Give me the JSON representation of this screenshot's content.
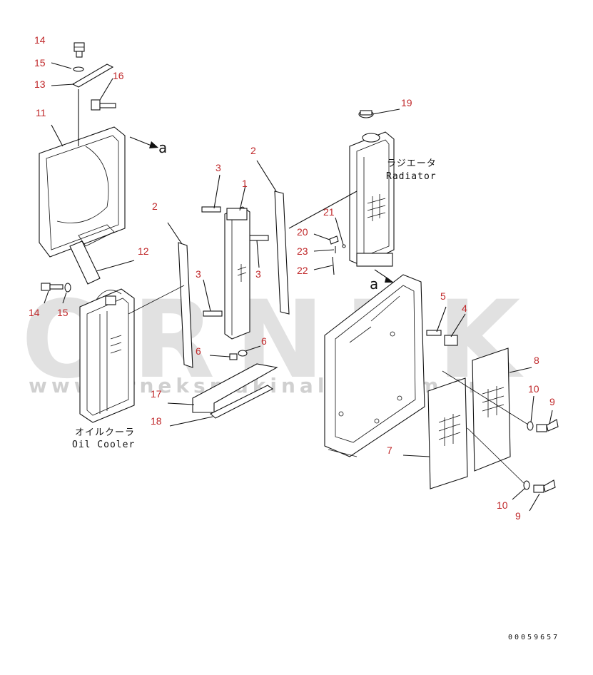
{
  "watermark": {
    "brand": "ORNEK",
    "url": "www.orneksmakinalari.com.tr"
  },
  "callouts": [
    {
      "id": "c14a",
      "text": "14"
    },
    {
      "id": "c15a",
      "text": "15"
    },
    {
      "id": "c13",
      "text": "13"
    },
    {
      "id": "c16",
      "text": "16"
    },
    {
      "id": "c11",
      "text": "11"
    },
    {
      "id": "c12",
      "text": "12"
    },
    {
      "id": "c14b",
      "text": "14"
    },
    {
      "id": "c15b",
      "text": "15"
    },
    {
      "id": "c3a",
      "text": "3"
    },
    {
      "id": "c1",
      "text": "1"
    },
    {
      "id": "c2a",
      "text": "2"
    },
    {
      "id": "c2b",
      "text": "2"
    },
    {
      "id": "c3b",
      "text": "3"
    },
    {
      "id": "c3c",
      "text": "3"
    },
    {
      "id": "c6a",
      "text": "6"
    },
    {
      "id": "c6b",
      "text": "6"
    },
    {
      "id": "c17",
      "text": "17"
    },
    {
      "id": "c18",
      "text": "18"
    },
    {
      "id": "c19",
      "text": "19"
    },
    {
      "id": "c21",
      "text": "21"
    },
    {
      "id": "c20",
      "text": "20"
    },
    {
      "id": "c23",
      "text": "23"
    },
    {
      "id": "c22",
      "text": "22"
    },
    {
      "id": "c5",
      "text": "5"
    },
    {
      "id": "c4",
      "text": "4"
    },
    {
      "id": "c8",
      "text": "8"
    },
    {
      "id": "c10a",
      "text": "10"
    },
    {
      "id": "c9a",
      "text": "9"
    },
    {
      "id": "c7",
      "text": "7"
    },
    {
      "id": "c10b",
      "text": "10"
    },
    {
      "id": "c9b",
      "text": "9"
    }
  ],
  "labels": {
    "radiator_jp": "ラジエータ",
    "radiator_en": "Radiator",
    "oilcooler_jp": "オイルクーラ",
    "oilcooler_en": "Oil Cooler",
    "arrow_a1": "a",
    "arrow_a2": "a",
    "drawing_code": "00059657"
  }
}
